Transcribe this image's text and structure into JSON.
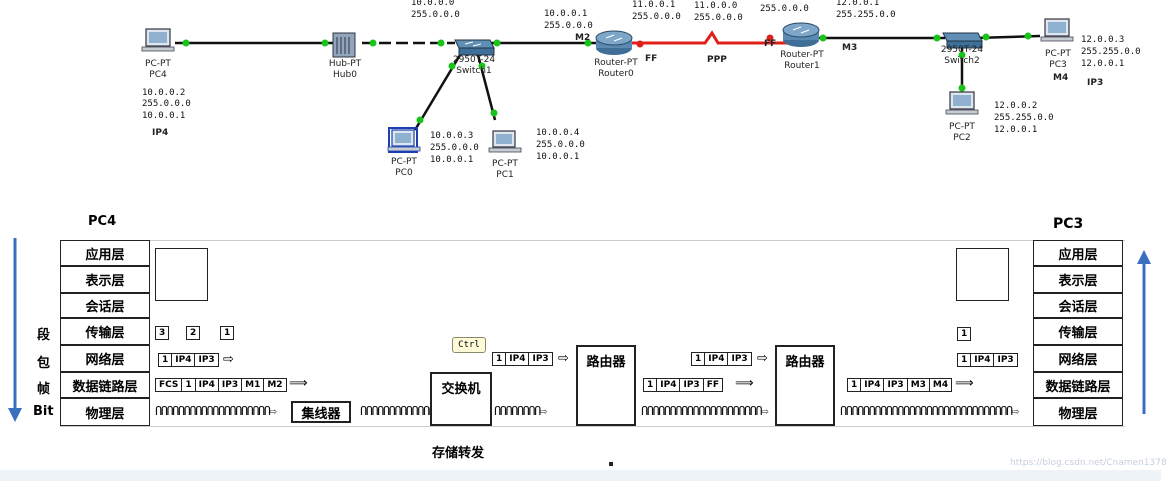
{
  "topology": {
    "pc4": {
      "type": "PC-PT",
      "name": "PC4",
      "ip": "10.0.0.2",
      "mask": "255.0.0.0",
      "gw": "10.0.0.1",
      "tag": "IP4"
    },
    "hub0": {
      "type": "Hub-PT",
      "name": "Hub0"
    },
    "switch1": {
      "type": "2950T-24",
      "name": "Switch1",
      "top_ip": "10.0.0.0",
      "top_mask": "255.0.0.0"
    },
    "pc0": {
      "type": "PC-PT",
      "name": "PC0",
      "ip": "10.0.0.3",
      "mask": "255.0.0.0",
      "gw": "10.0.0.1"
    },
    "pc1": {
      "type": "PC-PT",
      "name": "PC1",
      "ip": "10.0.0.4",
      "mask": "255.0.0.0",
      "gw": "10.0.0.1"
    },
    "router0": {
      "type": "Router-PT",
      "name": "Router0",
      "ip": "10.0.0.1",
      "mask": "255.0.0.0",
      "port_left": "M2",
      "port_right": "FF",
      "wan_ip": "11.0.0.1",
      "wan_mask": "255.0.0.0"
    },
    "ppp": {
      "label": "PPP",
      "net": "11.0.0.0",
      "mask": "255.0.0.0"
    },
    "router1": {
      "type": "Router-PT",
      "name": "Router1",
      "port_left": "FF",
      "port_right": "M3",
      "wan_mask": "255.0.0.0",
      "lan_ip": "12.0.0.1",
      "lan_mask": "255.255.0.0"
    },
    "switch2": {
      "type": "2950T-24",
      "name": "Switch2"
    },
    "pc3": {
      "type": "PC-PT",
      "name": "PC3",
      "ip": "12.0.0.3",
      "mask": "255.255.0.0",
      "gw": "12.0.0.1",
      "port": "M4",
      "tag": "IP3"
    },
    "pc2": {
      "type": "PC-PT",
      "name": "PC2",
      "ip": "12.0.0.2",
      "mask": "255.255.0.0",
      "gw": "12.0.0.1"
    }
  },
  "osi": {
    "left_title": "PC4",
    "right_title": "PC3",
    "layers": [
      "应用层",
      "表示层",
      "会话层",
      "传输层",
      "网络层",
      "数据链路层",
      "物理层"
    ],
    "side_labels": [
      "段",
      "包",
      "帧",
      "Bit"
    ]
  },
  "segments": {
    "transport_left": [
      "3",
      "2",
      "1"
    ],
    "transport_right": [
      "1"
    ],
    "net_left": [
      "1",
      "IP4",
      "IP3"
    ],
    "net_sw": [
      "1",
      "IP4",
      "IP3"
    ],
    "net_mid": [
      "1",
      "IP4",
      "IP3"
    ],
    "net_right": [
      "1",
      "IP4",
      "IP3"
    ],
    "dl_left": [
      "FCS",
      "1",
      "IP4",
      "IP3",
      "M1",
      "M2"
    ],
    "dl_mid": [
      "1",
      "IP4",
      "IP3",
      "FF"
    ],
    "dl_right": [
      "1",
      "IP4",
      "IP3",
      "M3",
      "M4"
    ]
  },
  "devices": {
    "hub": "集线器",
    "switch": "交换机",
    "router_a": "路由器",
    "router_b": "路由器"
  },
  "ctrl_tooltip": "Ctrl",
  "caption": "存储转发",
  "watermark": "https://blog.csdn.net/Cnamen1378",
  "colors": {
    "link": "#111111",
    "serial": "#e0201a",
    "port": "#19c319",
    "arrow": "#3a6fc0"
  }
}
